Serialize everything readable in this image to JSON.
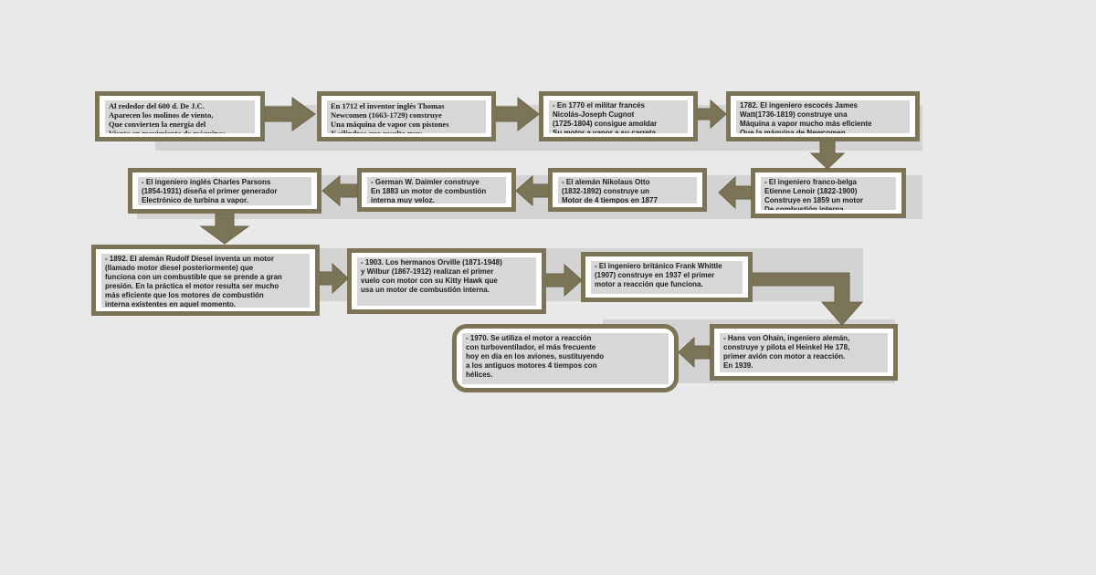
{
  "colors": {
    "box_border": "#7c7456",
    "arrow_fill": "#7c7456",
    "page_bg": "#e9e9e9",
    "band": "#d3d3d3",
    "text_bg": "#d7d7d7"
  },
  "boxes": [
    {
      "text": "Al rededor del 600 d. De J.C.\nAparecen los molinos de viento,\nQue convierten la energía del\nViento en movimiento de máquinas."
    },
    {
      "text": "En 1712 el inventor inglés Thomas\nNewcomen  (1663-1729) construye\nUna máquina de vapor con pistones\nY cilindros que resulta muy"
    },
    {
      "text": "- En 1770 el militar francés\nNicolás-Joseph Cugnot\n(1725-1804) consigue amoldar\nSu motor a vapor a su carreta"
    },
    {
      "text": "1782. El ingeniero escocés James\nWatt(1736-1819) construye una\nMáquina a vapor mucho más eficiente\nQue la máquina de Newcomen"
    },
    {
      "text": "- El ingeniero franco-belga\nEtienne Lenoir (1822-1900)\nConstruye en 1859 un motor\nDe combustión interna."
    },
    {
      "text": "- El alemán Nikolaus Otto\n(1832-1892) construye un\nMotor de 4 tiempos en 1877"
    },
    {
      "text": "- German W. Daimler construye\nEn 1883 un motor de combustión\ninterna muy veloz."
    },
    {
      "text": "- El ingeniero inglés Charles Parsons\n(1854-1931) diseña el primer generador\nElectrónico de turbina  a vapor."
    },
    {
      "text": "- 1892. El alemán Rudolf Diesel inventa un motor\n(llamado motor diesel posteriormente) que\nfunciona con un combustible que se prende a gran\npresión. En la práctica el motor resulta ser mucho\nmás eficiente que los motores de combustión\ninterna existentes en aquel momento."
    },
    {
      "text": "- 1903. Los hermanos Orville (1871-1948)\ny Wilbur (1867-1912) realizan el primer\nvuelo con motor con su Kitty Hawk que\nusa un motor de combustión interna."
    },
    {
      "text": "- El ingeniero británico Frank Whittle\n(1907) construye en 1937 el primer\nmotor a reacción que funciona."
    },
    {
      "text": "- Hans von Ohain, ingeniero alemán,\nconstruye y pilota el Heinkel He 178,\nprimer avión con motor a reacción.\nEn 1939."
    },
    {
      "text": "- 1970. Se utiliza el motor a reacción\ncon turboventilador, el más frecuente\nhoy en día en los aviones, sustituyendo\na los antiguos motores 4 tiempos con\nhélices."
    }
  ]
}
